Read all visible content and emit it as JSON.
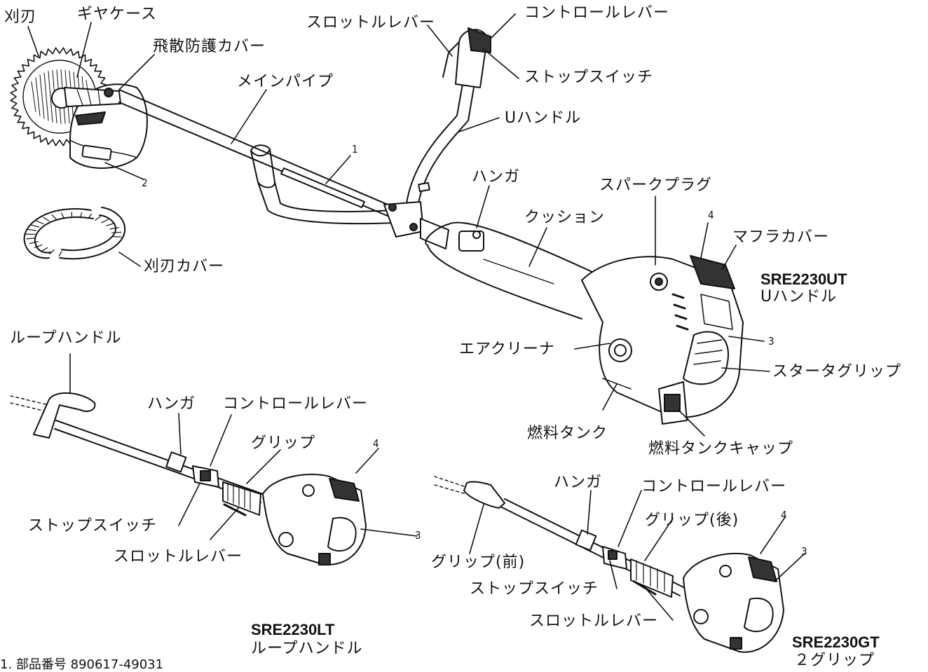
{
  "parts": {
    "blade": "刈刃",
    "gear_case": "ギヤケース",
    "shatter_guard": "飛散防護カバー",
    "main_pipe": "メインパイプ",
    "throttle_lever_u": "スロットルレバー",
    "control_lever_u": "コントロールレバー",
    "stop_switch_u": "ストップスイッチ",
    "u_handle_part": "Uハンドル",
    "hanger_u": "ハンガ",
    "cushion": "クッション",
    "spark_plug": "スパークプラグ",
    "muffler_cover": "マフラカバー",
    "blade_cover": "刈刃カバー",
    "air_cleaner": "エアクリーナ",
    "starter_grip": "スタータグリップ",
    "fuel_tank": "燃料タンク",
    "fuel_tank_cap": "燃料タンクキャップ",
    "loop_handle_part": "ループハンドル",
    "hanger_l": "ハンガ",
    "control_lever_l": "コントロールレバー",
    "grip_l": "グリップ",
    "stop_switch_l": "ストップスイッチ",
    "throttle_lever_l": "スロットルレバー",
    "hanger_g": "ハンガ",
    "control_lever_g": "コントロールレバー",
    "grip_rear": "グリップ(後)",
    "grip_front": "グリップ(前)",
    "stop_switch_g": "ストップスイッチ",
    "throttle_lever_g": "スロットルレバー"
  },
  "callouts": {
    "n1": "1",
    "n2": "2",
    "n3a": "3",
    "n4a": "4",
    "n3b": "3",
    "n4b": "4",
    "n3c": "3",
    "n4c": "4"
  },
  "models": {
    "ut": {
      "code": "SRE2230UT",
      "name": "Uハンドル"
    },
    "lt": {
      "code": "SRE2230LT",
      "name": "ループハンドル"
    },
    "gt": {
      "code": "SRE2230GT",
      "name": "２グリップ"
    }
  },
  "footnote": "1. 部品番号 890617-49031",
  "colors": {
    "line": "#111111",
    "fill": "#ffffff",
    "shade": "#333333"
  }
}
